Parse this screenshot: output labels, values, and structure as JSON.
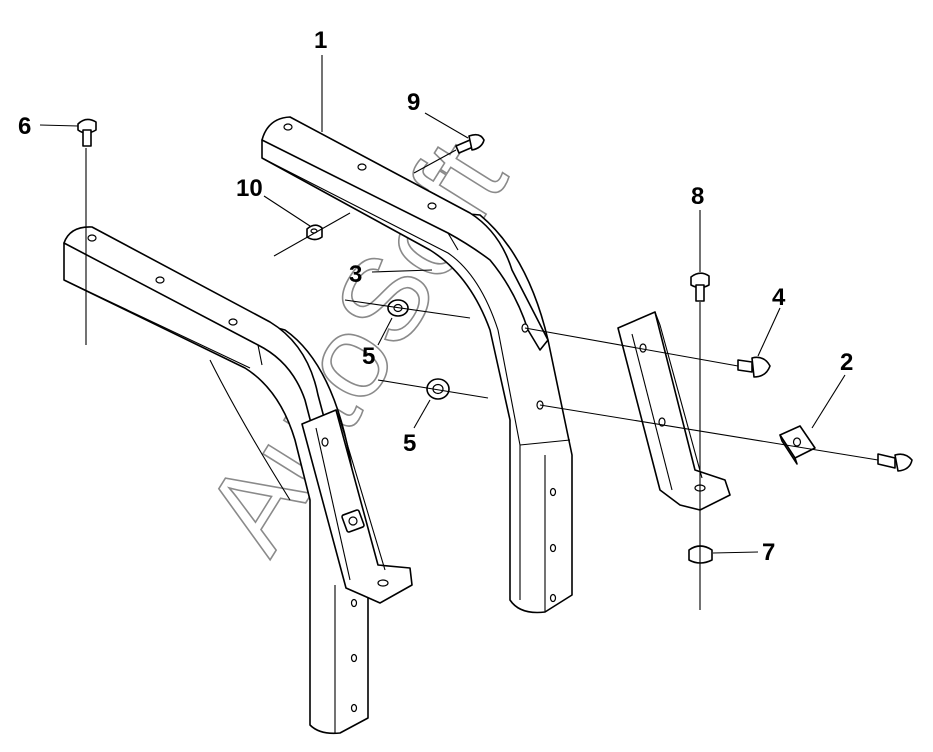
{
  "watermark": {
    "text": "AutoSoft"
  },
  "callouts": {
    "c1": "1",
    "c2": "2",
    "c3": "3",
    "c4": "4",
    "c5a": "5",
    "c5b": "5",
    "c6": "6",
    "c7": "7",
    "c8": "8",
    "c9": "9",
    "c10": "10"
  },
  "colors": {
    "line": "#000000",
    "background": "#ffffff",
    "watermark": "#8a8a8a"
  }
}
